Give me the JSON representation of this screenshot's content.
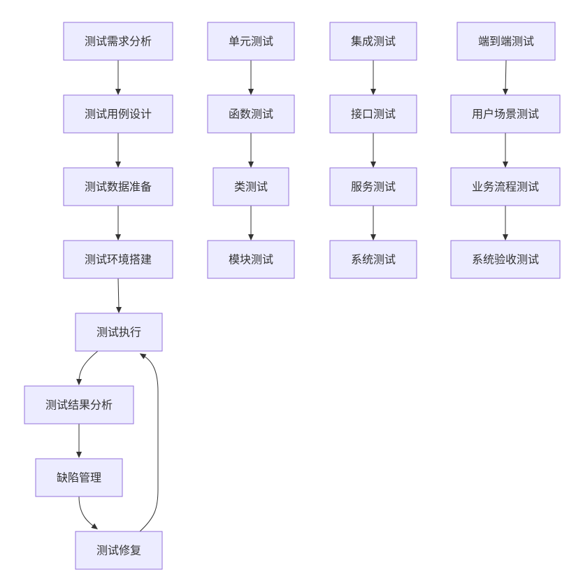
{
  "diagram": {
    "type": "flowchart",
    "nodes": [
      {
        "id": "req",
        "label": "测试需求分析"
      },
      {
        "id": "case",
        "label": "测试用例设计"
      },
      {
        "id": "data",
        "label": "测试数据准备"
      },
      {
        "id": "env",
        "label": "测试环境搭建"
      },
      {
        "id": "exec",
        "label": "测试执行"
      },
      {
        "id": "result",
        "label": "测试结果分析"
      },
      {
        "id": "defect",
        "label": "缺陷管理"
      },
      {
        "id": "fix",
        "label": "测试修复"
      },
      {
        "id": "unit",
        "label": "单元测试"
      },
      {
        "id": "func",
        "label": "函数测试"
      },
      {
        "id": "cls",
        "label": "类测试"
      },
      {
        "id": "module",
        "label": "模块测试"
      },
      {
        "id": "integ",
        "label": "集成测试"
      },
      {
        "id": "iface",
        "label": "接口测试"
      },
      {
        "id": "svc",
        "label": "服务测试"
      },
      {
        "id": "sys",
        "label": "系统测试"
      },
      {
        "id": "e2e",
        "label": "端到端测试"
      },
      {
        "id": "scene",
        "label": "用户场景测试"
      },
      {
        "id": "flow",
        "label": "业务流程测试"
      },
      {
        "id": "accept",
        "label": "系统验收测试"
      }
    ],
    "edges": [
      {
        "from": "req",
        "to": "case"
      },
      {
        "from": "case",
        "to": "data"
      },
      {
        "from": "data",
        "to": "env"
      },
      {
        "from": "env",
        "to": "exec"
      },
      {
        "from": "exec",
        "to": "result"
      },
      {
        "from": "result",
        "to": "defect"
      },
      {
        "from": "defect",
        "to": "fix"
      },
      {
        "from": "fix",
        "to": "exec"
      },
      {
        "from": "unit",
        "to": "func"
      },
      {
        "from": "func",
        "to": "cls"
      },
      {
        "from": "cls",
        "to": "module"
      },
      {
        "from": "integ",
        "to": "iface"
      },
      {
        "from": "iface",
        "to": "svc"
      },
      {
        "from": "svc",
        "to": "sys"
      },
      {
        "from": "e2e",
        "to": "scene"
      },
      {
        "from": "scene",
        "to": "flow"
      },
      {
        "from": "flow",
        "to": "accept"
      }
    ],
    "colors": {
      "node_fill": "#ececff",
      "node_border": "#9370db",
      "text": "#333333",
      "edge": "#333333"
    }
  }
}
